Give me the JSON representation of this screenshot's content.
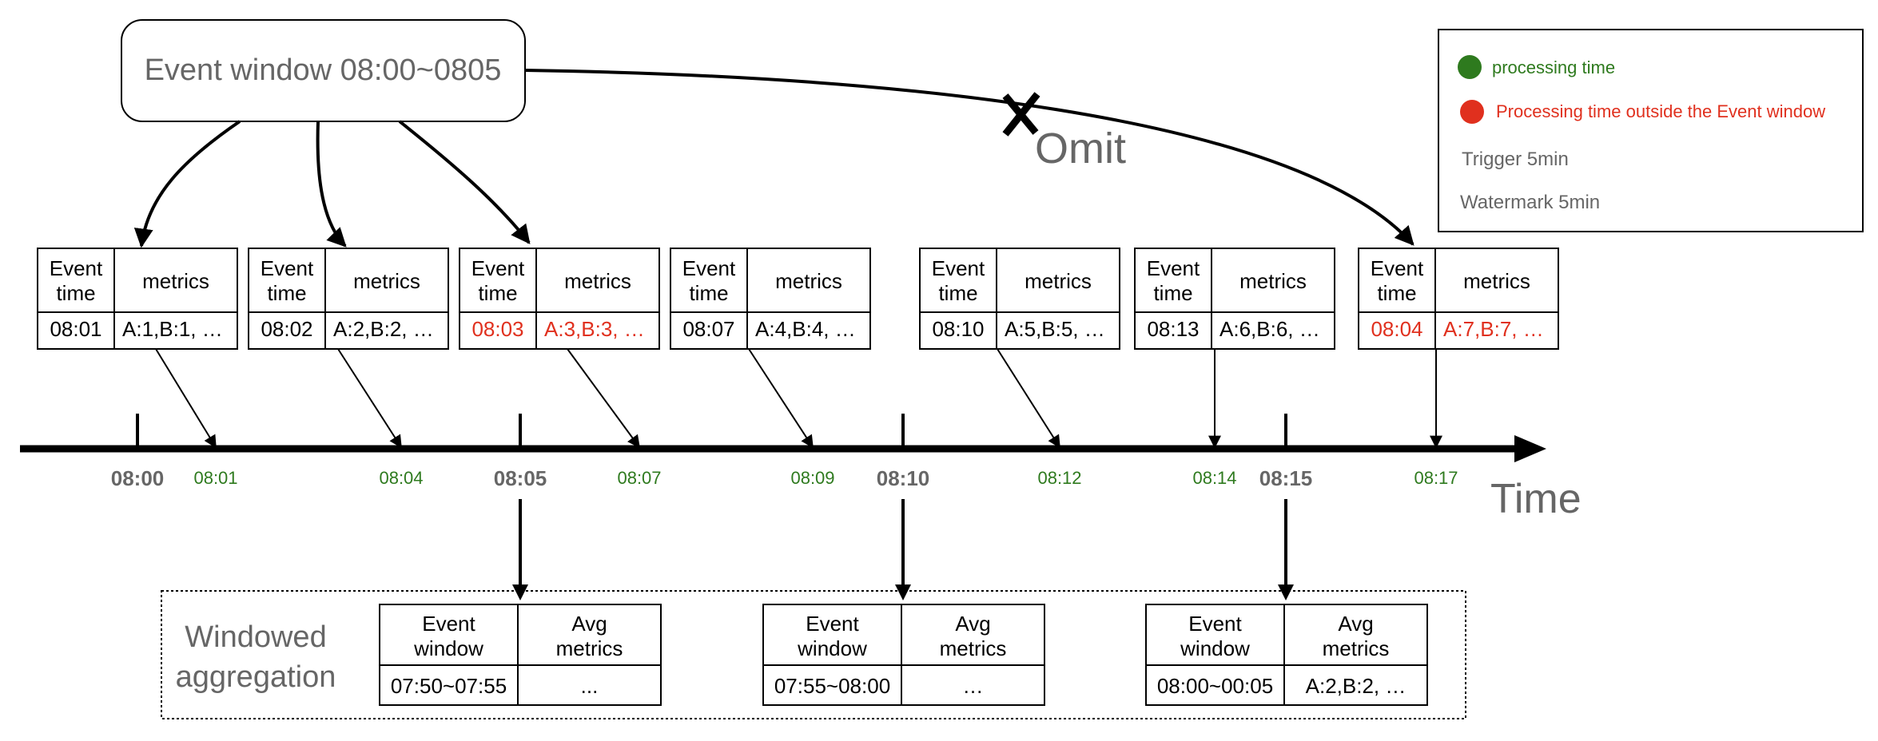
{
  "event_window": {
    "label": "Event window 08:00~0805"
  },
  "omit": {
    "label": "Omit"
  },
  "legend": {
    "items": [
      {
        "label": "processing time",
        "color": "#2e7a1e"
      },
      {
        "label": "Processing time outside the Event window",
        "color": "#e0301e"
      }
    ],
    "trigger": "Trigger 5min",
    "watermark": "Watermark 5min"
  },
  "event_table_headers": {
    "event_time_line1": "Event",
    "event_time_line2": "time",
    "metrics": "metrics"
  },
  "events": [
    {
      "time": "08:01",
      "metrics": "A:1,B:1, …",
      "late": false,
      "processing_time": "08:01"
    },
    {
      "time": "08:02",
      "metrics": "A:2,B:2, …",
      "late": false,
      "processing_time": "08:04"
    },
    {
      "time": "08:03",
      "metrics": "A:3,B:3, …",
      "late": true,
      "processing_time": "08:07"
    },
    {
      "time": "08:07",
      "metrics": "A:4,B:4, …",
      "late": false,
      "processing_time": "08:09"
    },
    {
      "time": "08:10",
      "metrics": "A:5,B:5, …",
      "late": false,
      "processing_time": "08:12"
    },
    {
      "time": "08:13",
      "metrics": "A:6,B:6, …",
      "late": false,
      "processing_time": "08:14"
    },
    {
      "time": "08:04",
      "metrics": "A:7,B:7, …",
      "late": true,
      "processing_time": "08:17"
    }
  ],
  "timeline": {
    "axis_label": "Time",
    "major_ticks": [
      "08:00",
      "08:05",
      "08:10",
      "08:15"
    ]
  },
  "aggregation": {
    "title_line1": "Windowed",
    "title_line2": "aggregation",
    "headers": {
      "window_line1": "Event",
      "window_line2": "window",
      "avg_line1": "Avg",
      "avg_line2": "metrics"
    },
    "tables": [
      {
        "window": "07:50~07:55",
        "avg": "..."
      },
      {
        "window": "07:55~08:00",
        "avg": "…"
      },
      {
        "window": "08:00~00:05",
        "avg": "A:2,B:2, …"
      }
    ]
  },
  "colors": {
    "green": "#2e7a1e",
    "red": "#e0301e",
    "grey": "#666666"
  }
}
